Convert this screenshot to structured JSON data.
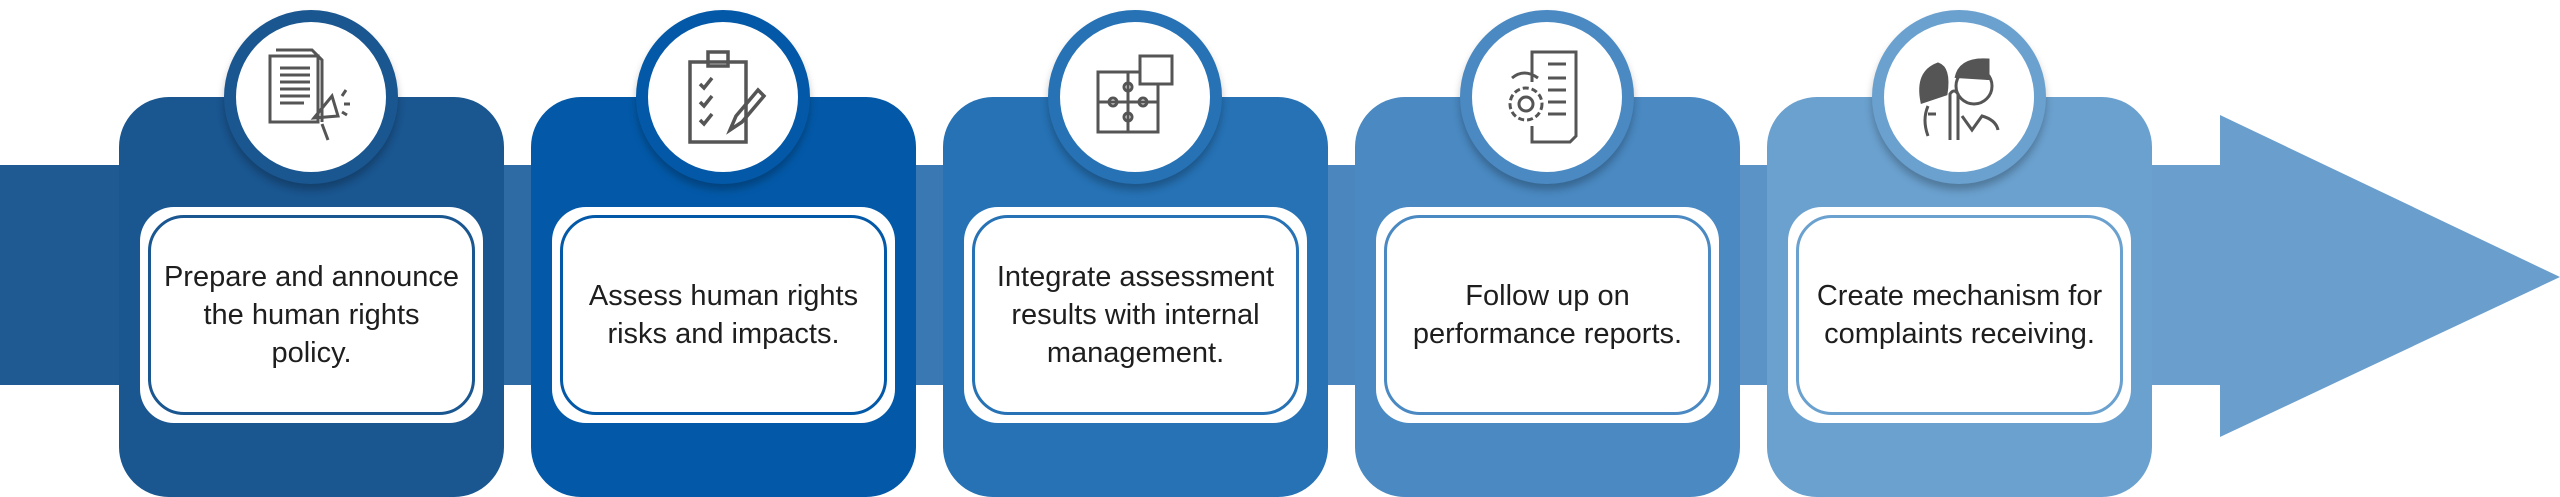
{
  "colors": {
    "card1": "#1a5690",
    "card2": "#0359a8",
    "card3": "#2672b5",
    "card4": "#4a89c2",
    "card5": "#6ba1cf",
    "arrow": "#6a9fcd",
    "icon": "#555555"
  },
  "steps": [
    {
      "text": "Prepare and announce the human rights policy.",
      "icon": "document-megaphone-icon"
    },
    {
      "text": "Assess human rights risks and impacts.",
      "icon": "clipboard-checklist-icon"
    },
    {
      "text": "Integrate assessment results with internal management.",
      "icon": "puzzle-icon"
    },
    {
      "text": "Follow up on performance reports.",
      "icon": "gear-report-icon"
    },
    {
      "text": "Create mechanism for complaints receiving.",
      "icon": "listening-people-icon"
    }
  ]
}
